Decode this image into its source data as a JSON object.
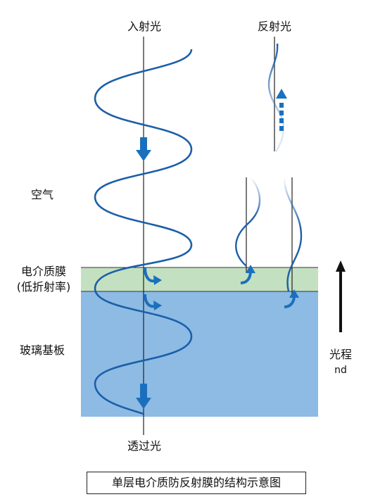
{
  "labels": {
    "incident": "入射光",
    "reflected": "反射光",
    "transmitted": "透过光",
    "air": "空气",
    "film_line1": "电介质膜",
    "film_line2": "(低折射率)",
    "glass": "玻璃基板",
    "optical_path": "光程",
    "nd": "nd"
  },
  "caption": "单层电介质防反射膜的结构示意图",
  "colors": {
    "film": "#c3e0c0",
    "glass": "#8dbbe4",
    "wave": "#1c5fa8",
    "arrow": "#1a70bd",
    "line": "#222222"
  }
}
